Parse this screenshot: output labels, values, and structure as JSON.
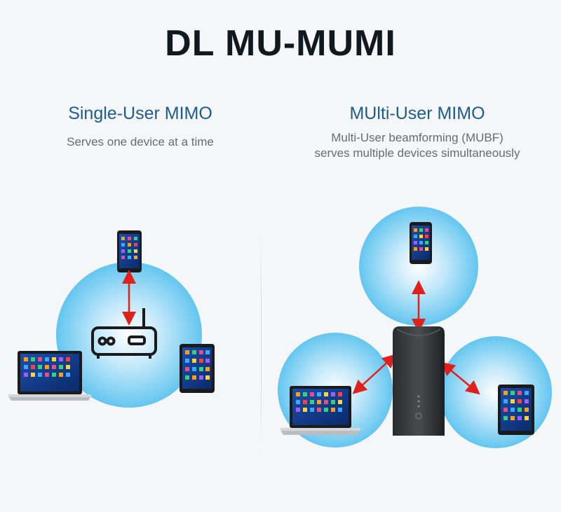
{
  "title": "DL MU-MUMI",
  "single_user": {
    "heading": "Single-User MIMO",
    "description": "Serves one device at a time"
  },
  "multi_user": {
    "heading": "MUlti-User MIMO",
    "description_line1": "Multi-User beamforming (MUBF)",
    "description_line2": "serves multiple devices simultaneously"
  },
  "colors": {
    "heading_blue": "#1d5c8c",
    "signal_bubble": "#5cc3ef",
    "arrow_red": "#e0201b"
  },
  "icons": [
    "router-icon",
    "smartphone-icon",
    "laptop-icon",
    "tablet-icon",
    "access-point-tower-icon"
  ]
}
